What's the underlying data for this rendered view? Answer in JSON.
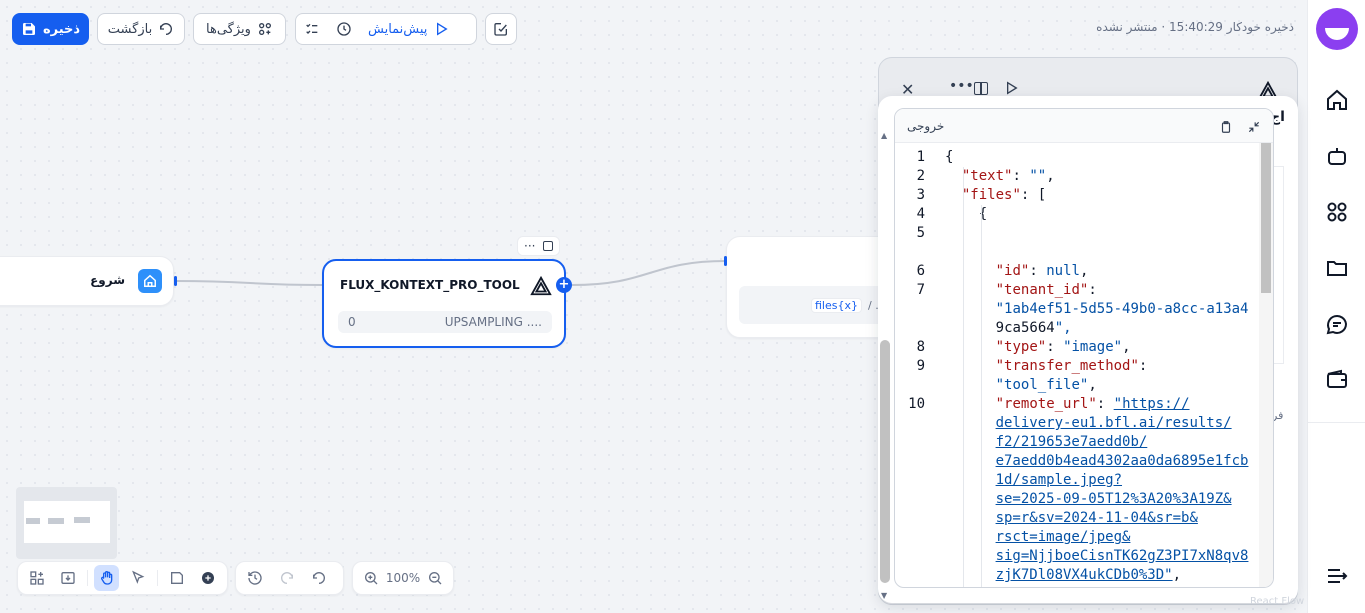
{
  "toolbar": {
    "save_label": "ذخیره",
    "back_label": "بازگشت",
    "features_label": "ویژگی‌ها",
    "preview_label": "پیش‌نمایش",
    "status": "ذخیره خودکار 15:40:29 · منتشر نشده"
  },
  "sidebar": {
    "items": [
      "home-icon",
      "robot-icon",
      "apps-icon",
      "folder-icon",
      "chat-icon",
      "wallet-icon",
      "menu-icon"
    ]
  },
  "nodes": {
    "start": {
      "title": "شروع"
    },
    "tool": {
      "title": "FLUX_KONTEXT_PRO_TOOL",
      "sub_left": "0",
      "sub_right": "UPSAMPLING ....",
      "more": "···"
    },
    "next": {
      "var_label": "files{x}",
      "var_prefix": "/ ..."
    }
  },
  "bottom": {
    "zoom": "100%"
  },
  "panel": {
    "title": "flux_kontext_pro_tool",
    "partial_title": "اج",
    "partial_label": "فر",
    "output": {
      "title": "خروجی",
      "lines": [
        {
          "n": "1",
          "t": "{"
        },
        {
          "n": "2",
          "t": "  \"text\": \"\","
        },
        {
          "n": "3",
          "t": "  \"files\": ["
        },
        {
          "n": "4",
          "t": "    {"
        },
        {
          "n": "5",
          "t": ""
        },
        {
          "n": "",
          "t": ""
        },
        {
          "n": "6",
          "t": "      \"id\": null,"
        },
        {
          "n": "7",
          "t": "      \"tenant_id\":"
        },
        {
          "n": "",
          "t": "      \"1ab4ef51-5d55-49b0-a8cc-a13a4"
        },
        {
          "n": "",
          "t": "      9ca5664\","
        },
        {
          "n": "8",
          "t": "      \"type\": \"image\","
        },
        {
          "n": "9",
          "t": "      \"transfer_method\":"
        },
        {
          "n": "",
          "t": "      \"tool_file\","
        },
        {
          "n": "10",
          "t": "      \"remote_url\": \"https://"
        },
        {
          "n": "",
          "t": "      delivery-eu1.bfl.ai/results/"
        },
        {
          "n": "",
          "t": "      f2/219653e7aedd0b/"
        },
        {
          "n": "",
          "t": "      e7aedd0b4ead4302aa0da6895e1fcb"
        },
        {
          "n": "",
          "t": "      1d/sample.jpeg?"
        },
        {
          "n": "",
          "t": "      se=2025-09-05T12%3A20%3A19Z&"
        },
        {
          "n": "",
          "t": "      sp=r&sv=2024-11-04&sr=b&"
        },
        {
          "n": "",
          "t": "      rsct=image/jpeg&"
        },
        {
          "n": "",
          "t": "      sig=NjjboeCisnTK62gZ3PI7xN8qv8"
        },
        {
          "n": "",
          "t": "      zjK7Dl08VX4ukCDb0%3D\","
        }
      ]
    }
  },
  "colors": {
    "accent": "#155eef",
    "avatar": "#8b3ff0"
  }
}
